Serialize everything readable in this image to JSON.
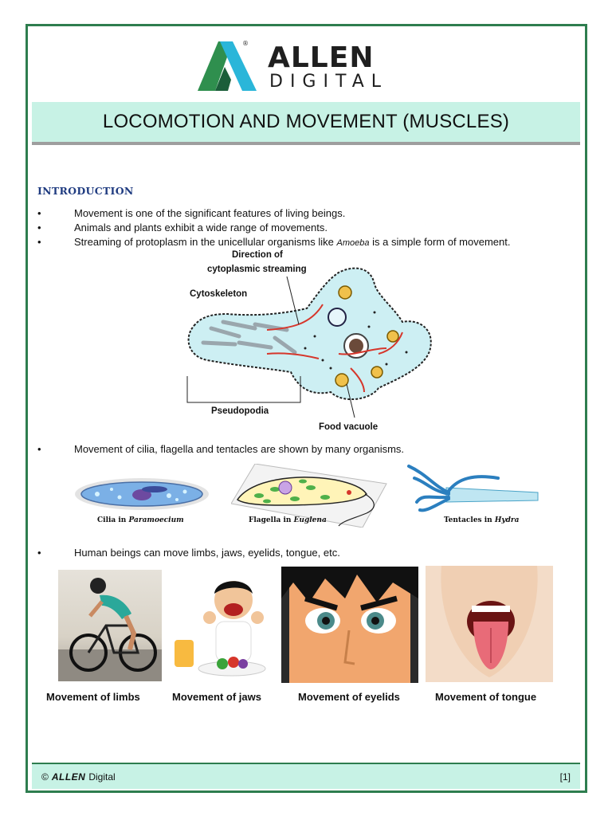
{
  "header": {
    "logo_word1": "ALLEN",
    "logo_word2": "DIGITAL",
    "logo_reg": "®",
    "title": "LOCOMOTION AND MOVEMENT (MUSCLES)"
  },
  "introduction": {
    "heading": "INTRODUCTION",
    "bullets": [
      "Movement is one of the significant features of living beings.",
      "Animals and plants exhibit a wide range of movements."
    ],
    "bullet3_before": "Streaming of protoplasm in the unicellular organisms like ",
    "bullet3_italic": "Amoeba",
    "bullet3_after": " is a simple form of movement.",
    "bullet_symbol": "•"
  },
  "amoeba_diagram": {
    "label_direction_line1": "Direction of",
    "label_direction_line2": "cytoplasmic streaming",
    "label_cytoskeleton": "Cytoskeleton",
    "label_pseudopodia": "Pseudopodia",
    "label_food_vacuole": "Food vacuole"
  },
  "organisms": {
    "bullet": "Movement of cilia, flagella and tentacles are shown by many organisms.",
    "items": [
      {
        "caption_prefix": "Cilia in ",
        "caption_italic": "Paramoecium"
      },
      {
        "caption_prefix": "Flagella in ",
        "caption_italic": "Euglena"
      },
      {
        "caption_prefix": "Tentacles in ",
        "caption_italic": "Hydra"
      }
    ]
  },
  "human": {
    "bullet": "Human beings can move limbs, jaws, eyelids, tongue, etc.",
    "captions": [
      "Movement of limbs",
      "Movement of jaws",
      "Movement of eyelids",
      "Movement of tongue"
    ]
  },
  "footer": {
    "copyright": "©",
    "brand": "ALLEN",
    "brand_suffix": "Digital",
    "page_number": "[1]"
  },
  "colors": {
    "frame": "#2e7d4f",
    "title_bg": "#c7f2e5",
    "heading": "#1f3b80",
    "logo_green": "#2f8f4e",
    "logo_blue": "#2ab6d9"
  }
}
